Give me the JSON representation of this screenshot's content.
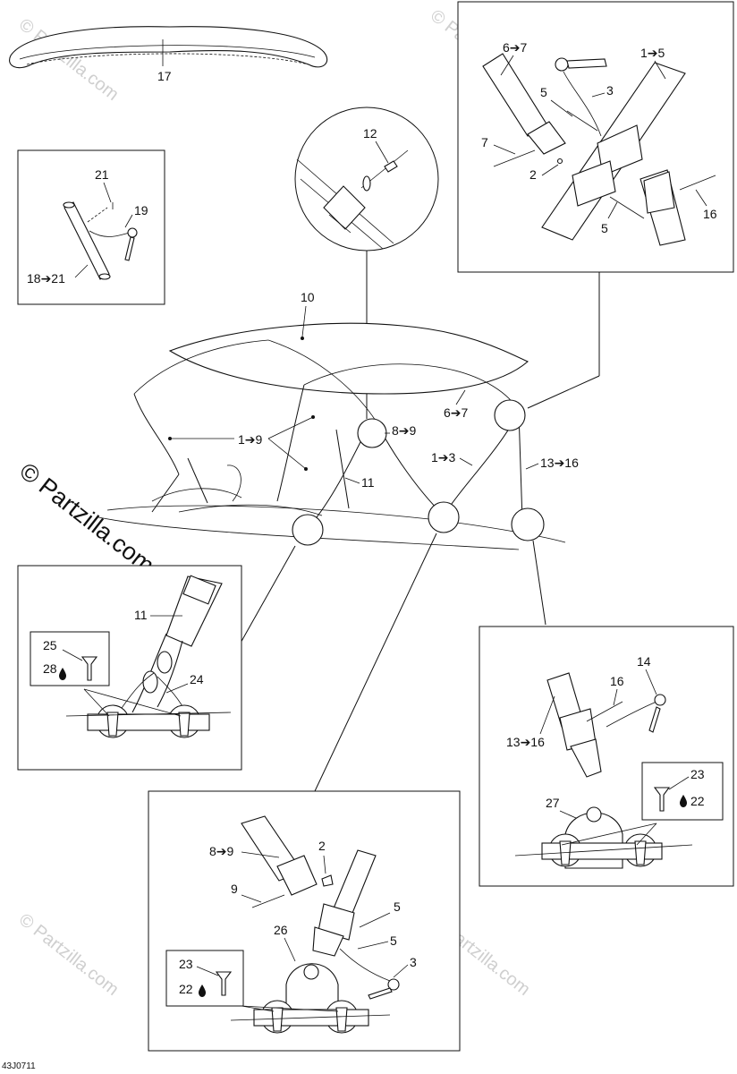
{
  "watermark": {
    "main": "© Partzilla.com",
    "faint": "© Partzilla.com"
  },
  "drawing_code": "43J0711",
  "callouts": {
    "top_cover": "17",
    "frame_inset": {
      "pin": "21",
      "pin_clip": "19",
      "tube": "18➔21"
    },
    "overview": {
      "canvas": "10",
      "front_tubes": "1➔9",
      "rear_tube": "6➔7",
      "center_tube": "8➔9",
      "side_tube": "1➔3",
      "strap": "11",
      "back_tube": "13➔16"
    },
    "bubble": {
      "pin": "12"
    },
    "joint_inset": {
      "tube_a": "6➔7",
      "tube_b": "1➔5",
      "pin_a": "5",
      "clip": "3",
      "pin_b": "7",
      "screw": "2",
      "pin_c": "5",
      "pin_d": "16"
    },
    "strap_inset": {
      "strap": "11",
      "screw": "25",
      "sealant": "28",
      "bracket": "24"
    },
    "back_inset": {
      "clip": "14",
      "pin": "16",
      "tube": "13➔16",
      "screw": "23",
      "sealant": "22",
      "bracket": "27"
    },
    "bottom_inset": {
      "tube": "8➔9",
      "screw_top": "2",
      "pin_left": "9",
      "pin_a": "5",
      "pin_b": "5",
      "bracket": "26",
      "clip": "3",
      "screw": "23",
      "sealant": "22"
    }
  }
}
